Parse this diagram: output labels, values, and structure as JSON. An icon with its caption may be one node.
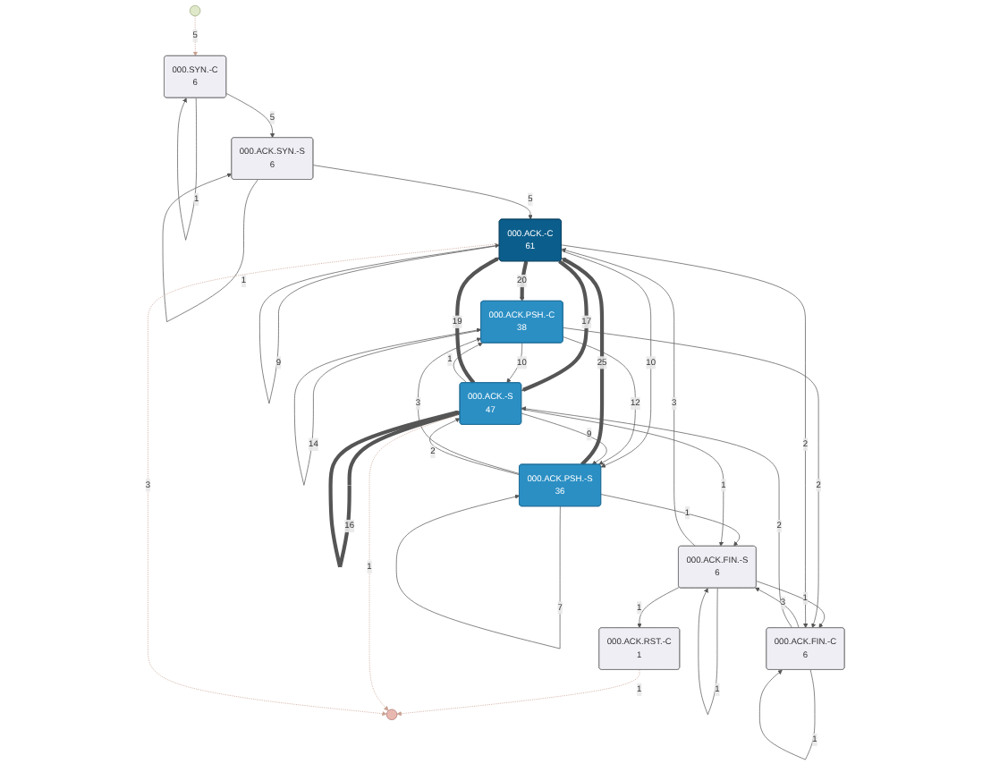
{
  "diagram": {
    "nodes": [
      {
        "text": [],
        "shape": "circle"
      },
      {
        "text": [
          "000.SYN.-C",
          "6"
        ]
      },
      {
        "text": [
          "000.ACK.SYN.-S",
          "6"
        ]
      },
      {
        "text": [
          "000.ACK.-C",
          "61"
        ]
      },
      {
        "text": [
          "000.ACK.PSH.-C",
          "38"
        ]
      },
      {
        "text": [
          "000.ACK.-S",
          "47"
        ]
      },
      {
        "text": [
          "000.ACK.PSH.-S",
          "36"
        ]
      },
      {
        "text": [
          "000.ACK.FIN.-S",
          "6"
        ]
      },
      {
        "text": [
          "000.ACK.RST.-C",
          "1"
        ]
      },
      {
        "text": [
          "000.ACK.FIN.-C",
          "6"
        ]
      },
      {
        "text": [],
        "shape": "circle"
      }
    ],
    "edges": [
      {
        "from": 0,
        "to": 1,
        "arrow": "to",
        "label": "5",
        "style": "dashed",
        "color": "#c9a092"
      },
      {
        "from": 1,
        "to": 1,
        "arrow": "to",
        "label": "1"
      },
      {
        "from": 1,
        "to": 2,
        "arrow": "to",
        "label": "5"
      },
      {
        "from": 2,
        "to": 2,
        "arrow": "to",
        "label": "1"
      },
      {
        "from": 2,
        "to": 3,
        "arrow": "to",
        "label": "5"
      },
      {
        "from": 3,
        "to": 3,
        "arrow": "to",
        "label": "9"
      },
      {
        "from": 3,
        "to": 4,
        "arrow": "to",
        "label": "20",
        "style": "thick"
      },
      {
        "from": 4,
        "to": 4,
        "arrow": "to",
        "label": "14"
      },
      {
        "from": 5,
        "to": 3,
        "arrow": "to",
        "label": "19",
        "style": "thick"
      },
      {
        "from": 3,
        "to": 5,
        "arrow": "to",
        "label": "17",
        "style": "thick"
      },
      {
        "from": 5,
        "to": 5,
        "arrow": "to",
        "label": "16",
        "style": "thick"
      },
      {
        "from": 4,
        "to": 5,
        "arrow": "to",
        "label": "10"
      },
      {
        "from": 5,
        "to": 4,
        "arrow": "to",
        "label": "1"
      },
      {
        "from": 6,
        "to": 3,
        "arrow": "to",
        "label": "25",
        "style": "thick"
      },
      {
        "from": 3,
        "to": 6,
        "arrow": "to",
        "label": "10"
      },
      {
        "from": 4,
        "to": 6,
        "arrow": "to",
        "label": "12"
      },
      {
        "from": 6,
        "to": 4,
        "arrow": "to",
        "label": "3"
      },
      {
        "from": 5,
        "to": 6,
        "arrow": "to",
        "label": "9"
      },
      {
        "from": 6,
        "to": 5,
        "arrow": "to",
        "label": "2"
      },
      {
        "from": 6,
        "to": 6,
        "arrow": "to",
        "label": "7"
      },
      {
        "from": 6,
        "to": 7,
        "arrow": "to",
        "label": "1"
      },
      {
        "from": 5,
        "to": 7,
        "arrow": "to",
        "label": "1"
      },
      {
        "from": 7,
        "to": 3,
        "arrow": "to",
        "label": "3"
      },
      {
        "from": 7,
        "to": 7,
        "arrow": "to",
        "label": "1"
      },
      {
        "from": 7,
        "to": 8,
        "arrow": "to",
        "label": "1"
      },
      {
        "from": 7,
        "to": 9,
        "arrow": "to",
        "label": "1"
      },
      {
        "from": 9,
        "to": 7,
        "arrow": "to",
        "label": "3"
      },
      {
        "from": 9,
        "to": 5,
        "arrow": "to",
        "label": "2"
      },
      {
        "from": 4,
        "to": 9,
        "arrow": "to",
        "label": "2"
      },
      {
        "from": 3,
        "to": 9,
        "arrow": "to",
        "label": "2"
      },
      {
        "from": 9,
        "to": 9,
        "arrow": "to",
        "label": "1"
      },
      {
        "from": 8,
        "to": 10,
        "arrow": "to",
        "label": "1",
        "style": "dashed",
        "color": "#c9a092"
      },
      {
        "from": 5,
        "to": 10,
        "arrow": "to",
        "label": "1",
        "style": "dashed",
        "color": "#c9a092"
      },
      {
        "from": 3,
        "to": 10,
        "arrow": "to",
        "label": "3",
        "style": "dashed",
        "color": "#c9a092"
      }
    ]
  }
}
